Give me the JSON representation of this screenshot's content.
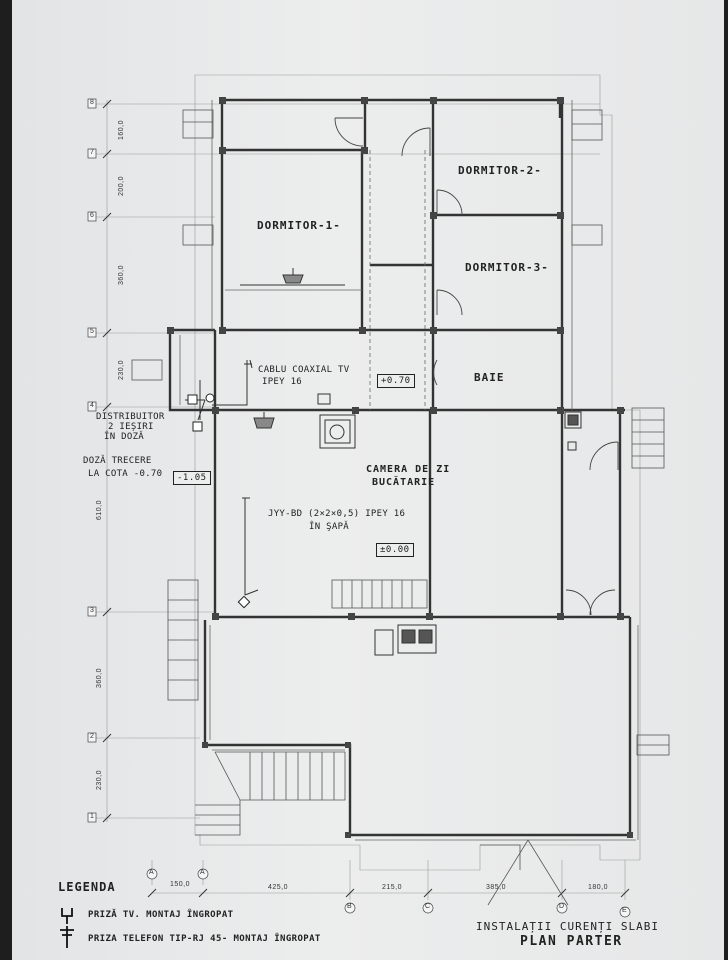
{
  "rooms": {
    "dormitor1": "DORMITOR-1-",
    "dormitor2": "DORMITOR-2-",
    "dormitor3": "DORMITOR-3-",
    "baie": "BAIE",
    "camera_line1": "CAMERA DE ZI",
    "camera_line2": "BUCĂTARIE"
  },
  "levels": {
    "plus070": "+0.70",
    "minus105": "-1.05",
    "zero": "±0.00"
  },
  "annotations": {
    "cablu_line1": "CABLU COAXIAL TV",
    "cablu_line2": "IPEY 16",
    "distribuitor_line1": "DISTRIBUITOR",
    "distribuitor_line2": "2 IEȘIRI",
    "distribuitor_line3": "ÎN DOZĂ",
    "doza_line1": "DOZĂ TRECERE",
    "doza_line2": "LA COTA -0.70",
    "jyy_line1": "JYY-BD (2×2×0,5) IPEY 16",
    "jyy_line2": "ÎN ŞAPĂ"
  },
  "axes_rows": [
    "8",
    "7",
    "6",
    "5",
    "4",
    "3",
    "2",
    "1"
  ],
  "axes_cols": [
    "A",
    "A",
    "B",
    "C",
    "D",
    "E"
  ],
  "dims_vertical": [
    "160,0",
    "200,0",
    "360,0",
    "230,0",
    "610,0",
    "360,0",
    "230,0"
  ],
  "dims_horizontal": [
    "150,0",
    "425,0",
    "215,0",
    "385,0",
    "180,0"
  ],
  "legend": {
    "title": "LEGENDA",
    "item1": "PRIZĂ TV. MONTAJ ÎNGROPAT",
    "item2": "PRIZA TELEFON TIP-RJ 45- MONTAJ ÎNGROPAT",
    "icon1": "tv-socket-icon",
    "icon2": "phone-socket-icon"
  },
  "title_block": {
    "line1": "INSTALAȚII CURENȚI SLABI",
    "line2": "PLAN PARTER"
  }
}
